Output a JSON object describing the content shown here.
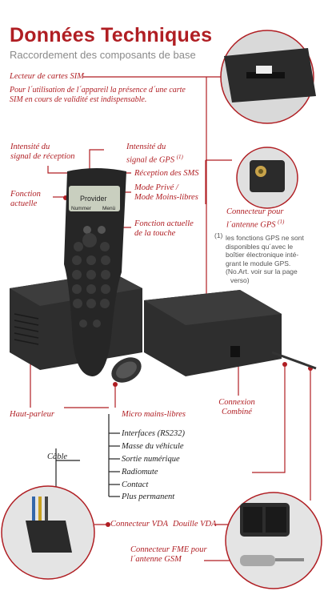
{
  "header": {
    "title": "Données Techniques",
    "subtitle": "Raccordement des composants de base"
  },
  "sim": {
    "label": "Lecteur de cartes SIM",
    "desc": [
      "Pour l´utilisation de l´appareil la présence d´une carte",
      "SIM en cours de validité est indispensable."
    ]
  },
  "handset": {
    "screen_text": "Provider",
    "left_key": "Nummer",
    "right_key": "Menü"
  },
  "labels": {
    "reception": [
      "Intensité du",
      "signal de réception"
    ],
    "gps": [
      "Intensité du",
      "signal de GPS"
    ],
    "gps_sup": "(1)",
    "sms": "Réception des SMS",
    "mode": [
      "Mode Privé /",
      "Mode Moins-libres"
    ],
    "fonction": [
      "Fonction",
      "actuelle"
    ],
    "fonction_touche": [
      "Fonction actuelle",
      "de la touche"
    ],
    "antenna": [
      "Connecteur pour",
      "l´antenne GPS"
    ],
    "antenna_sup": "(1)",
    "haut_parleur": "Haut-parleur",
    "micro": "Micro mains-libres",
    "connexion": [
      "Connexion",
      "Combiné"
    ],
    "cable": "Câble",
    "vda": "Connecteur VDA",
    "douille": "Douille VDA",
    "fme": [
      "Connecteur FME pour",
      "l´antenne GSM"
    ]
  },
  "note": {
    "marker": "(1)",
    "lines": [
      "les fonctions GPS ne sont",
      "disponibles qu´avec le",
      "boîtier électronique inté-",
      "grant le module GPS.",
      "(No.Art. voir sur la page",
      "verso)"
    ]
  },
  "cable_items": [
    "Interfaces (RS232)",
    "Masse du véhicule",
    "Sortie numérique",
    "Radiomute",
    "Contact",
    "Plus permanent"
  ],
  "colors": {
    "accent": "#b01e23",
    "device": "#2b2b2b",
    "text": "#222222"
  }
}
